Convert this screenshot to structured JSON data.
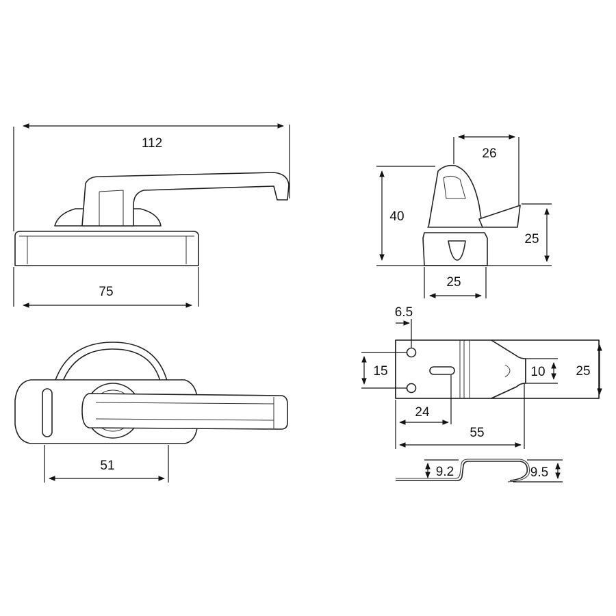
{
  "dimensions": {
    "side_width": "112",
    "base_width": "75",
    "keeper_top_width": "26",
    "keeper_height": "40",
    "keeper_lower_height": "25",
    "keeper_base_width": "25",
    "hole_offset": "6.5",
    "hole_spacing": "15",
    "slot_offset": "24",
    "plate_length": "55",
    "notch_width": "10",
    "plate_width": "25",
    "top_handle_span": "51",
    "profile_left_height": "9.2",
    "profile_right_height": "9.5"
  },
  "colors": {
    "line": "#222222",
    "background": "#ffffff"
  }
}
